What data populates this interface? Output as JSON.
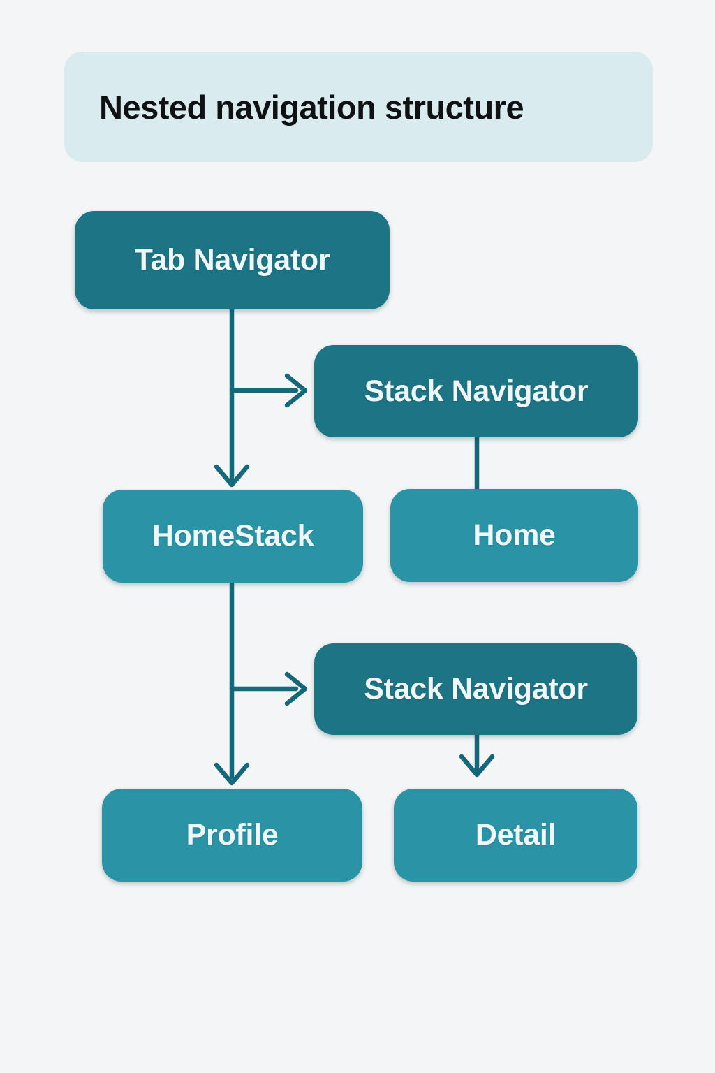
{
  "title": "Nested navigation structure",
  "colors": {
    "background": "#f4f5f6",
    "title_band": "#d9ebee",
    "node_dark": "#1d7484",
    "node_light": "#2b93a6",
    "connector": "#15677a",
    "node_text": "#eef8fa",
    "title_text": "#101112"
  },
  "nodes": {
    "tab_navigator": {
      "label": "Tab Navigator",
      "variant": "dark"
    },
    "stack_navigator_top": {
      "label": "Stack Navigator",
      "variant": "dark"
    },
    "home_stack": {
      "label": "HomeStack",
      "variant": "light"
    },
    "home": {
      "label": "Home",
      "variant": "light"
    },
    "stack_navigator_bottom": {
      "label": "Stack Navigator",
      "variant": "dark"
    },
    "profile": {
      "label": "Profile",
      "variant": "light"
    },
    "detail": {
      "label": "Detail",
      "variant": "light"
    }
  },
  "edges": [
    {
      "from": "tab_navigator",
      "to": "home_stack",
      "arrow": true
    },
    {
      "from": "tab_navigator",
      "to": "stack_navigator_top",
      "arrow": true
    },
    {
      "from": "stack_navigator_top",
      "to": "home",
      "arrow": false
    },
    {
      "from": "home_stack",
      "to": "profile",
      "arrow": true
    },
    {
      "from": "home_stack",
      "to": "stack_navigator_bottom",
      "arrow": true
    },
    {
      "from": "stack_navigator_bottom",
      "to": "detail",
      "arrow": true
    }
  ]
}
